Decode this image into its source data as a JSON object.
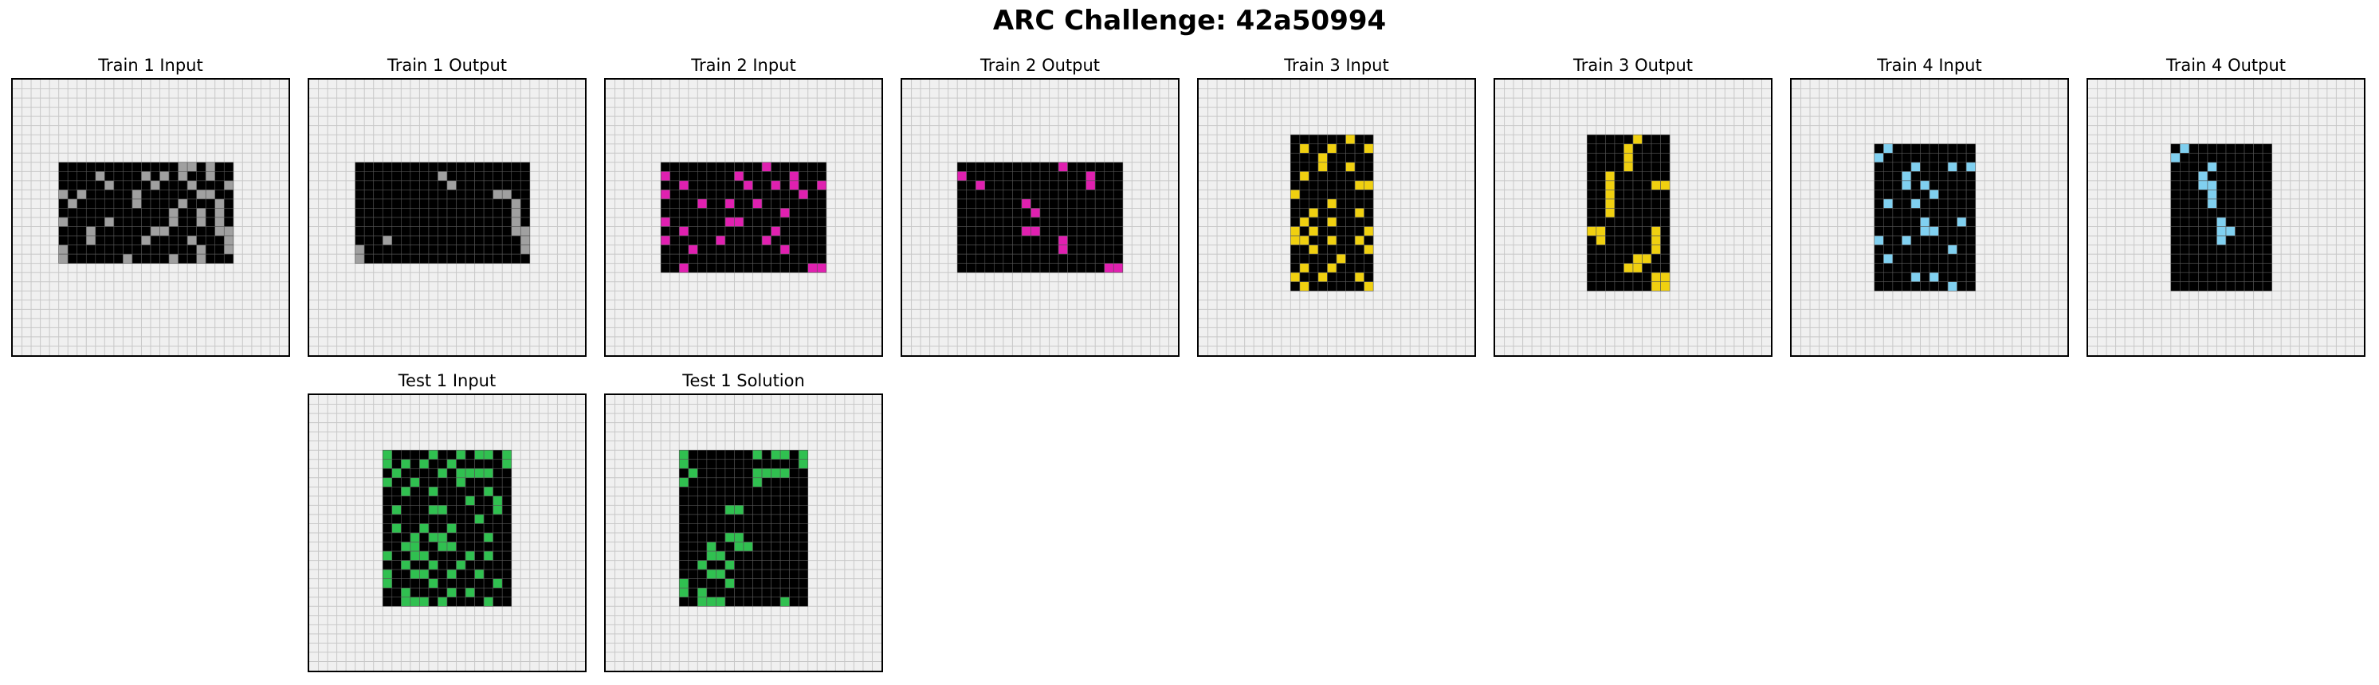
{
  "title": "ARC Challenge: 42a50994",
  "colors": {
    "background": "#f0f0f0",
    "gridline": "#c8c8c8",
    "black": "#000000",
    "cell_line": "#555555",
    "gray": "#a0a0a0",
    "magenta": "#e020b0",
    "yellow": "#f0d010",
    "lightblue": "#80d0f0",
    "green": "#30c050"
  },
  "grid_size": 30,
  "panels": [
    {
      "title": "Train 1 Input",
      "color": "gray",
      "rect": {
        "r0": 9,
        "c0": 5,
        "rows": 11,
        "cols": 19
      },
      "cells": [
        [
          0,
          13
        ],
        [
          0,
          14
        ],
        [
          0,
          16
        ],
        [
          1,
          4
        ],
        [
          1,
          9
        ],
        [
          1,
          11
        ],
        [
          1,
          13
        ],
        [
          1,
          16
        ],
        [
          2,
          5
        ],
        [
          2,
          10
        ],
        [
          2,
          14
        ],
        [
          2,
          18
        ],
        [
          3,
          0
        ],
        [
          3,
          2
        ],
        [
          3,
          8
        ],
        [
          3,
          15
        ],
        [
          3,
          16
        ],
        [
          4,
          1
        ],
        [
          4,
          8
        ],
        [
          4,
          13
        ],
        [
          4,
          17
        ],
        [
          5,
          12
        ],
        [
          5,
          15
        ],
        [
          5,
          17
        ],
        [
          6,
          0
        ],
        [
          6,
          5
        ],
        [
          6,
          12
        ],
        [
          6,
          15
        ],
        [
          6,
          17
        ],
        [
          7,
          3
        ],
        [
          7,
          10
        ],
        [
          7,
          11
        ],
        [
          7,
          17
        ],
        [
          7,
          18
        ],
        [
          8,
          3
        ],
        [
          8,
          9
        ],
        [
          8,
          14
        ],
        [
          8,
          18
        ],
        [
          9,
          0
        ],
        [
          9,
          15
        ],
        [
          9,
          18
        ],
        [
          10,
          0
        ],
        [
          10,
          7
        ],
        [
          10,
          12
        ],
        [
          10,
          15
        ]
      ]
    },
    {
      "title": "Train 1 Output",
      "color": "gray",
      "rect": {
        "r0": 9,
        "c0": 5,
        "rows": 11,
        "cols": 19
      },
      "cells": [
        [
          1,
          9
        ],
        [
          2,
          10
        ],
        [
          3,
          15
        ],
        [
          3,
          16
        ],
        [
          4,
          17
        ],
        [
          5,
          17
        ],
        [
          6,
          17
        ],
        [
          7,
          17
        ],
        [
          7,
          18
        ],
        [
          8,
          3
        ],
        [
          8,
          18
        ],
        [
          9,
          0
        ],
        [
          9,
          18
        ],
        [
          10,
          0
        ]
      ]
    },
    {
      "title": "Train 2 Input",
      "color": "magenta",
      "rect": {
        "r0": 9,
        "c0": 6,
        "rows": 12,
        "cols": 18
      },
      "cells": [
        [
          0,
          11
        ],
        [
          1,
          0
        ],
        [
          1,
          8
        ],
        [
          1,
          14
        ],
        [
          2,
          2
        ],
        [
          2,
          9
        ],
        [
          2,
          12
        ],
        [
          2,
          14
        ],
        [
          2,
          17
        ],
        [
          3,
          0
        ],
        [
          3,
          15
        ],
        [
          4,
          4
        ],
        [
          4,
          7
        ],
        [
          4,
          10
        ],
        [
          5,
          13
        ],
        [
          6,
          0
        ],
        [
          6,
          7
        ],
        [
          6,
          8
        ],
        [
          7,
          2
        ],
        [
          7,
          12
        ],
        [
          8,
          0
        ],
        [
          8,
          6
        ],
        [
          8,
          11
        ],
        [
          9,
          3
        ],
        [
          9,
          13
        ],
        [
          11,
          2
        ],
        [
          11,
          16
        ],
        [
          11,
          17
        ]
      ]
    },
    {
      "title": "Train 2 Output",
      "color": "magenta",
      "rect": {
        "r0": 9,
        "c0": 6,
        "rows": 12,
        "cols": 18
      },
      "cells": [
        [
          0,
          11
        ],
        [
          1,
          0
        ],
        [
          1,
          14
        ],
        [
          2,
          2
        ],
        [
          2,
          14
        ],
        [
          4,
          7
        ],
        [
          5,
          8
        ],
        [
          7,
          7
        ],
        [
          7,
          8
        ],
        [
          8,
          11
        ],
        [
          9,
          11
        ],
        [
          11,
          16
        ],
        [
          11,
          17
        ]
      ]
    },
    {
      "title": "Train 3 Input",
      "color": "yellow",
      "rect": {
        "r0": 6,
        "c0": 10,
        "rows": 17,
        "cols": 9
      },
      "cells": [
        [
          0,
          6
        ],
        [
          1,
          1
        ],
        [
          1,
          4
        ],
        [
          1,
          8
        ],
        [
          2,
          3
        ],
        [
          3,
          3
        ],
        [
          3,
          6
        ],
        [
          4,
          1
        ],
        [
          5,
          7
        ],
        [
          5,
          8
        ],
        [
          6,
          0
        ],
        [
          7,
          4
        ],
        [
          8,
          2
        ],
        [
          8,
          7
        ],
        [
          9,
          1
        ],
        [
          9,
          4
        ],
        [
          10,
          0
        ],
        [
          10,
          2
        ],
        [
          10,
          8
        ],
        [
          11,
          0
        ],
        [
          11,
          1
        ],
        [
          11,
          4
        ],
        [
          11,
          7
        ],
        [
          12,
          2
        ],
        [
          12,
          8
        ],
        [
          13,
          5
        ],
        [
          14,
          1
        ],
        [
          14,
          4
        ],
        [
          15,
          0
        ],
        [
          15,
          3
        ],
        [
          15,
          7
        ],
        [
          16,
          1
        ],
        [
          16,
          8
        ]
      ]
    },
    {
      "title": "Train 3 Output",
      "color": "yellow",
      "rect": {
        "r0": 6,
        "c0": 10,
        "rows": 17,
        "cols": 9
      },
      "cells": [
        [
          0,
          5
        ],
        [
          1,
          4
        ],
        [
          2,
          4
        ],
        [
          3,
          4
        ],
        [
          4,
          2
        ],
        [
          5,
          2
        ],
        [
          5,
          7
        ],
        [
          5,
          8
        ],
        [
          6,
          2
        ],
        [
          7,
          2
        ],
        [
          8,
          2
        ],
        [
          10,
          0
        ],
        [
          10,
          1
        ],
        [
          10,
          7
        ],
        [
          11,
          1
        ],
        [
          11,
          7
        ],
        [
          12,
          7
        ],
        [
          13,
          5
        ],
        [
          13,
          6
        ],
        [
          14,
          4
        ],
        [
          14,
          5
        ],
        [
          15,
          7
        ],
        [
          15,
          8
        ],
        [
          16,
          7
        ],
        [
          16,
          8
        ]
      ]
    },
    {
      "title": "Train 4 Input",
      "color": "lightblue",
      "rect": {
        "r0": 7,
        "c0": 9,
        "rows": 16,
        "cols": 11
      },
      "cells": [
        [
          0,
          1
        ],
        [
          1,
          0
        ],
        [
          2,
          4
        ],
        [
          2,
          8
        ],
        [
          2,
          10
        ],
        [
          3,
          3
        ],
        [
          4,
          3
        ],
        [
          4,
          5
        ],
        [
          5,
          6
        ],
        [
          6,
          1
        ],
        [
          6,
          4
        ],
        [
          8,
          5
        ],
        [
          8,
          9
        ],
        [
          9,
          5
        ],
        [
          9,
          6
        ],
        [
          10,
          0
        ],
        [
          10,
          3
        ],
        [
          11,
          8
        ],
        [
          12,
          1
        ],
        [
          14,
          4
        ],
        [
          14,
          6
        ],
        [
          15,
          8
        ]
      ]
    },
    {
      "title": "Train 4 Output",
      "color": "lightblue",
      "rect": {
        "r0": 7,
        "c0": 9,
        "rows": 16,
        "cols": 11
      },
      "cells": [
        [
          0,
          1
        ],
        [
          1,
          0
        ],
        [
          2,
          4
        ],
        [
          3,
          3
        ],
        [
          4,
          3
        ],
        [
          4,
          4
        ],
        [
          5,
          4
        ],
        [
          6,
          4
        ],
        [
          8,
          5
        ],
        [
          9,
          5
        ],
        [
          9,
          6
        ],
        [
          10,
          5
        ]
      ]
    },
    {
      "title": "Test 1 Input",
      "color": "green",
      "rect": {
        "r0": 6,
        "c0": 8,
        "rows": 17,
        "cols": 14
      },
      "cells": [
        [
          0,
          0
        ],
        [
          0,
          5
        ],
        [
          0,
          8
        ],
        [
          0,
          10
        ],
        [
          0,
          11
        ],
        [
          0,
          13
        ],
        [
          1,
          0
        ],
        [
          1,
          2
        ],
        [
          1,
          4
        ],
        [
          1,
          7
        ],
        [
          1,
          13
        ],
        [
          2,
          1
        ],
        [
          2,
          6
        ],
        [
          2,
          8
        ],
        [
          2,
          9
        ],
        [
          2,
          10
        ],
        [
          2,
          11
        ],
        [
          3,
          0
        ],
        [
          3,
          3
        ],
        [
          3,
          8
        ],
        [
          4,
          2
        ],
        [
          4,
          5
        ],
        [
          4,
          11
        ],
        [
          5,
          9
        ],
        [
          5,
          12
        ],
        [
          6,
          1
        ],
        [
          6,
          5
        ],
        [
          6,
          6
        ],
        [
          6,
          12
        ],
        [
          7,
          10
        ],
        [
          8,
          1
        ],
        [
          8,
          4
        ],
        [
          8,
          7
        ],
        [
          9,
          3
        ],
        [
          9,
          5
        ],
        [
          9,
          6
        ],
        [
          9,
          11
        ],
        [
          10,
          2
        ],
        [
          10,
          3
        ],
        [
          10,
          6
        ],
        [
          10,
          7
        ],
        [
          11,
          0
        ],
        [
          11,
          3
        ],
        [
          11,
          4
        ],
        [
          11,
          9
        ],
        [
          11,
          11
        ],
        [
          12,
          2
        ],
        [
          12,
          5
        ],
        [
          12,
          8
        ],
        [
          13,
          0
        ],
        [
          13,
          3
        ],
        [
          13,
          4
        ],
        [
          13,
          7
        ],
        [
          13,
          10
        ],
        [
          14,
          0
        ],
        [
          14,
          5
        ],
        [
          14,
          12
        ],
        [
          15,
          2
        ],
        [
          15,
          7
        ],
        [
          15,
          9
        ],
        [
          16,
          2
        ],
        [
          16,
          3
        ],
        [
          16,
          4
        ],
        [
          16,
          6
        ],
        [
          16,
          11
        ]
      ]
    },
    {
      "title": "Test 1 Solution",
      "color": "green",
      "rect": {
        "r0": 6,
        "c0": 8,
        "rows": 17,
        "cols": 14
      },
      "cells": [
        [
          0,
          0
        ],
        [
          0,
          8
        ],
        [
          0,
          10
        ],
        [
          0,
          11
        ],
        [
          0,
          13
        ],
        [
          1,
          0
        ],
        [
          1,
          13
        ],
        [
          2,
          1
        ],
        [
          2,
          8
        ],
        [
          2,
          9
        ],
        [
          2,
          10
        ],
        [
          2,
          11
        ],
        [
          3,
          0
        ],
        [
          3,
          8
        ],
        [
          6,
          5
        ],
        [
          6,
          6
        ],
        [
          9,
          5
        ],
        [
          9,
          6
        ],
        [
          10,
          3
        ],
        [
          10,
          6
        ],
        [
          10,
          7
        ],
        [
          11,
          3
        ],
        [
          11,
          4
        ],
        [
          12,
          2
        ],
        [
          12,
          5
        ],
        [
          13,
          3
        ],
        [
          13,
          4
        ],
        [
          14,
          0
        ],
        [
          14,
          5
        ],
        [
          15,
          0
        ],
        [
          15,
          2
        ],
        [
          16,
          2
        ],
        [
          16,
          3
        ],
        [
          16,
          4
        ],
        [
          16,
          11
        ]
      ]
    }
  ]
}
